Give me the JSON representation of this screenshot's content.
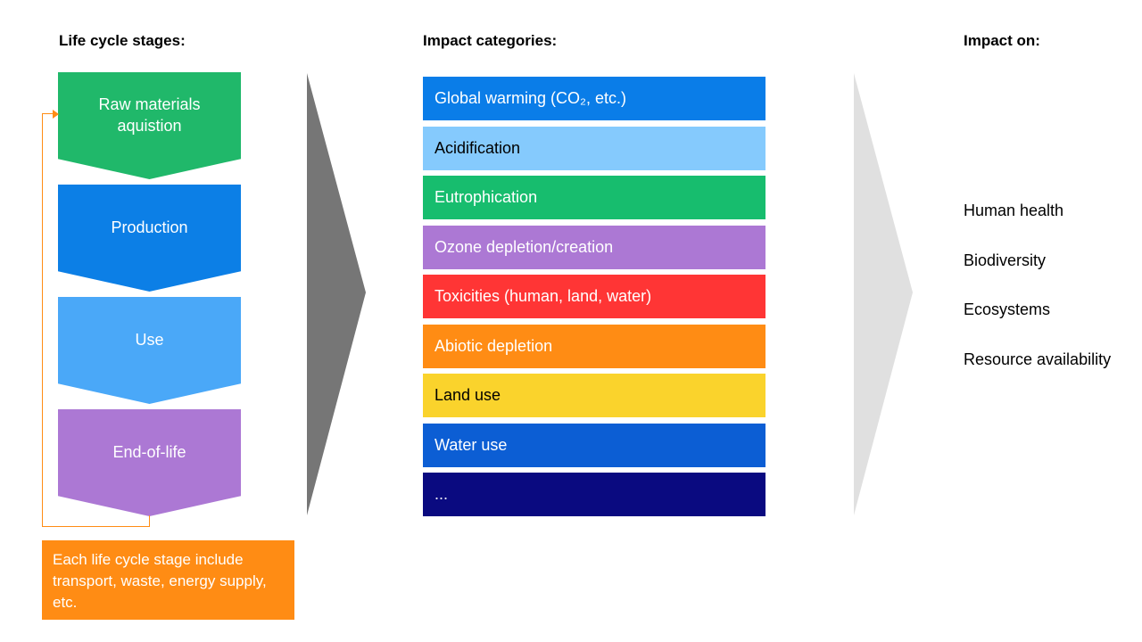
{
  "headings": {
    "stages": "Life cycle stages:",
    "categories": "Impact categories:",
    "impact": "Impact on:"
  },
  "stages": [
    {
      "label": "Raw materials aquistion",
      "color": "#20b86a"
    },
    {
      "label": "Production",
      "color": "#0c7fe6"
    },
    {
      "label": "Use",
      "color": "#4aa8f8"
    },
    {
      "label": "End-of-life",
      "color": "#ac78d4"
    }
  ],
  "note": "Each life cycle stage include transport, waste, energy supply, etc.",
  "categories": [
    {
      "label": "Global warming (CO₂, etc.)",
      "color": "#0a7de8"
    },
    {
      "label": "Acidification",
      "color": "#85cafd"
    },
    {
      "label": "Eutrophication",
      "color": "#17bd6e"
    },
    {
      "label": "Ozone depletion/creation",
      "color": "#ac78d4"
    },
    {
      "label": "Toxicities (human, land, water)",
      "color": "#ff3535"
    },
    {
      "label": "Abiotic depletion",
      "color": "#ff8c14"
    },
    {
      "label": "Land use",
      "color": "#fad32c"
    },
    {
      "label": "Water use",
      "color": "#0c5ed4"
    },
    {
      "label": "...",
      "color": "#0a0a80"
    }
  ],
  "impacts": [
    "Human health",
    "Biodiversity",
    "Ecosystems",
    "Resource availability"
  ],
  "colors": {
    "loop_line": "#ff8c14",
    "chevron_dark": "#767676",
    "chevron_light": "#e0e0e0"
  }
}
